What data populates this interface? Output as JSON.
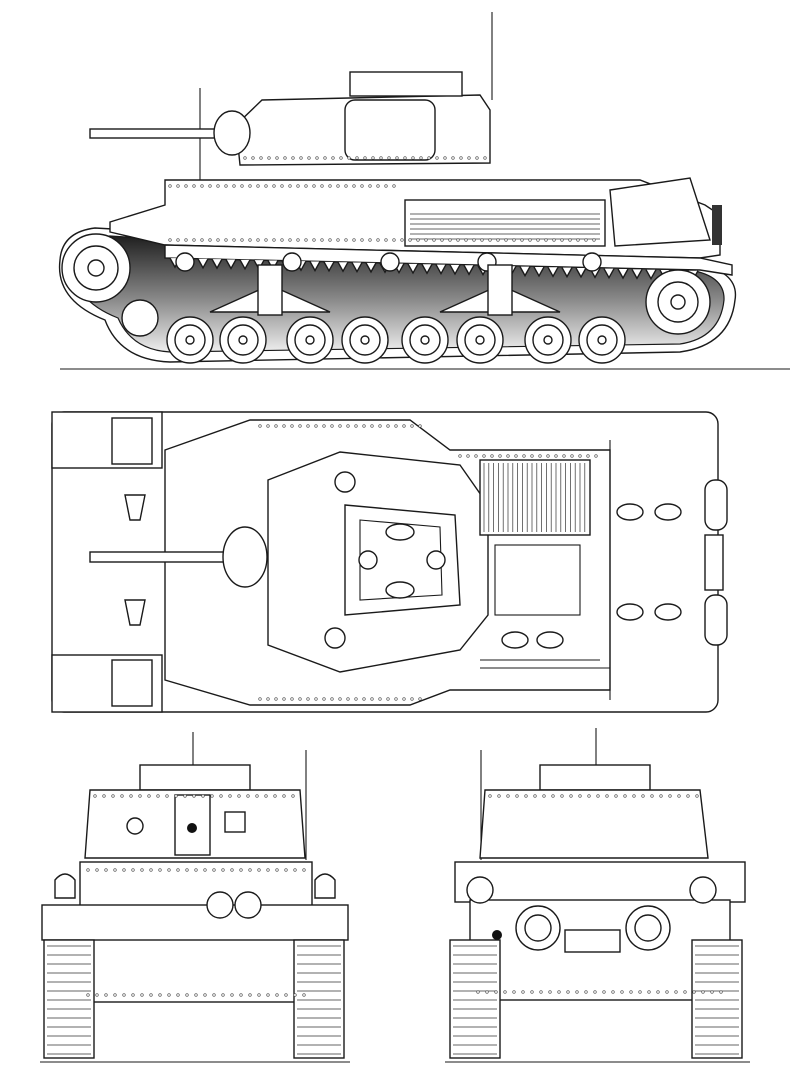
{
  "colors": {
    "background": "#ffffff",
    "line": "#1a1a1a",
    "shade_dark": "#2a2a2a",
    "shade_light": "#e6e6e6"
  },
  "views": {
    "side": {
      "road_wheels": 8,
      "return_rollers": 5
    },
    "top": {
      "grille_slats": 22
    },
    "front": {},
    "rear": {}
  }
}
